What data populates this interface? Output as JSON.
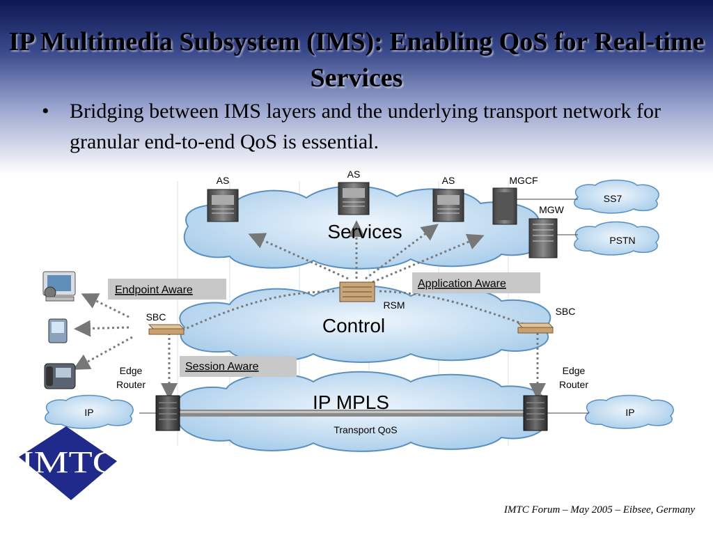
{
  "slide": {
    "title": "IP Multimedia Subsystem (IMS): Enabling QoS for Real-time Services",
    "bullet": "Bridging between IMS layers and the underlying transport network for granular end-to-end QoS is essential.",
    "footer": "IMTC Forum – May 2005 – Eibsee, Germany"
  },
  "logo": {
    "text": "IMTC",
    "color": "#1f2a8a"
  },
  "diagram": {
    "layers": {
      "services": "Services",
      "control": "Control",
      "transport": "IP MPLS",
      "transport_sub": "Transport QoS"
    },
    "servers": {
      "as_left": "AS",
      "as_center": "AS",
      "as_right": "AS",
      "mgcf": "MGCF",
      "mgw": "MGW"
    },
    "external_clouds": {
      "ss7": "SS7",
      "pstn": "PSTN",
      "ip_left": "IP",
      "ip_right": "IP"
    },
    "control_nodes": {
      "rsm": "RSM",
      "sbc_left": "SBC",
      "sbc_right": "SBC"
    },
    "routers": {
      "left": "Edge\nRouter",
      "right": "Edge\nRouter"
    },
    "awareness_boxes": {
      "endpoint": "Endpoint Aware",
      "application": "Application Aware",
      "session": "Session Aware"
    },
    "colors": {
      "cloud_fill": "#bcd8ef",
      "cloud_stroke": "#5a8fc0",
      "box_fill": "#c8c8c8",
      "arrow": "#777777"
    }
  }
}
